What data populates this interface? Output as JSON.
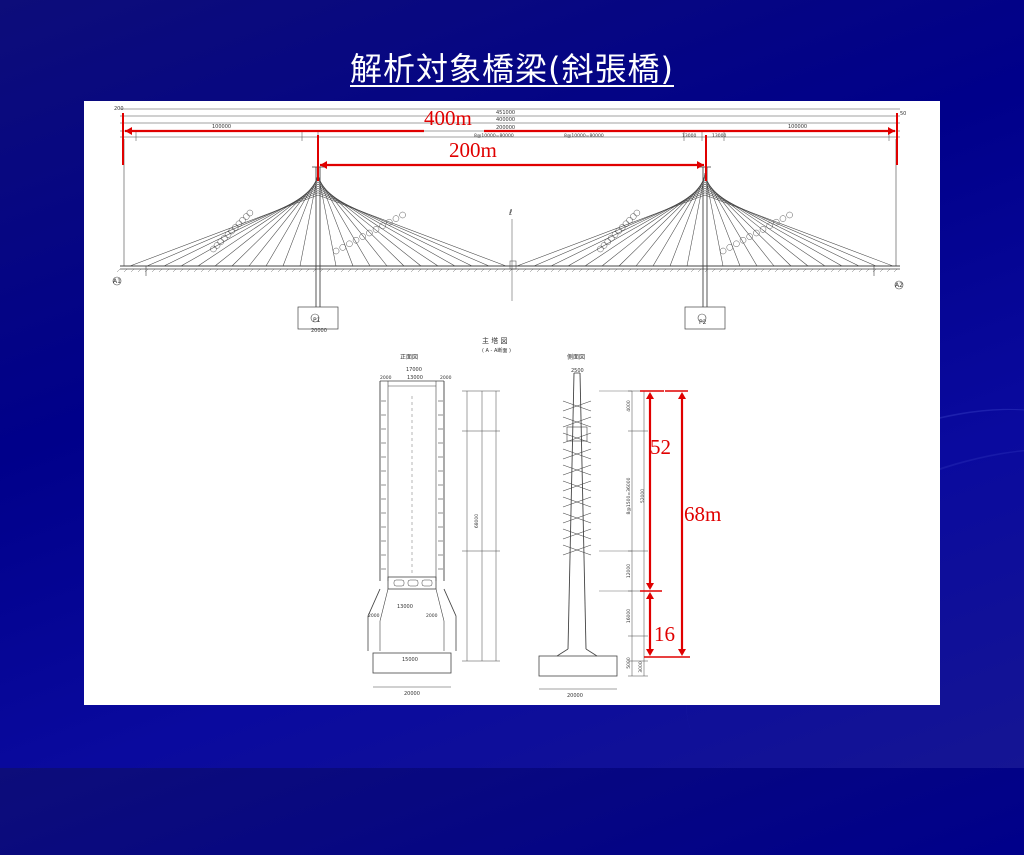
{
  "slide": {
    "title": "解析対象橋梁(斜張橋)"
  },
  "annotations": {
    "total_span": "400m",
    "center_span": "200m",
    "tower_upper": "52",
    "tower_total": "68m",
    "tower_lower": "16"
  },
  "elevation": {
    "top_dims": [
      "451000",
      "400000",
      "200000"
    ],
    "side_span": "100000",
    "center_segment": "8@10000=80000",
    "pylon_seg": "13000",
    "small_left": "200",
    "small_right": "50",
    "abutment_left": "A1",
    "abutment_right": "A2",
    "pier_left": "P1",
    "pier_right": "P2",
    "pier_base": "20000",
    "centerline": "ℓ"
  },
  "pylon_views": {
    "caption": "主 塔 図",
    "caption_sub": "( A - A断面 )",
    "front_title": "正面図",
    "side_title": "側面図",
    "front_width": "17000",
    "front_inner": "13000",
    "front_edge": "2000",
    "front_mid_width": "13000",
    "front_base_inner": "15000",
    "front_base": "20000",
    "side_top": "2500",
    "side_base": "20000",
    "dims_vertical": [
      "4000",
      "8@1500=36000",
      "52000",
      "12000",
      "16000",
      "68000",
      "5000",
      "3000"
    ]
  },
  "colors": {
    "background": "#00008a",
    "panel": "#ffffff",
    "annotation": "#e00000",
    "drawing": "#444444"
  }
}
